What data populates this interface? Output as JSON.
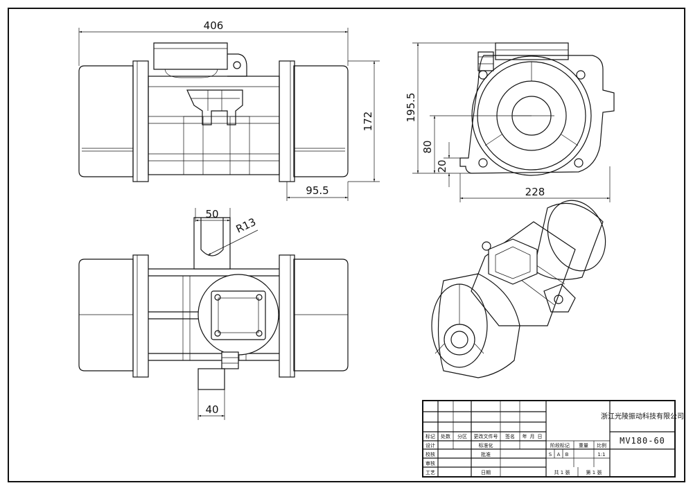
{
  "dimensions": {
    "overall_length": "406",
    "height": "172",
    "end_length": "95.5",
    "total_height": "195.5",
    "center_height": "80",
    "foot_height": "20",
    "foot_width": "228",
    "slot_width": "50",
    "slot_radius": "R13",
    "foot_width_bottom": "40"
  },
  "title_block": {
    "company": "浙江光陵振动科技有限公司",
    "model": "MV180-60",
    "row_labels": [
      "标记",
      "处数",
      "分区",
      "更改文件号",
      "签名",
      "年",
      "月",
      "日"
    ],
    "side_labels": [
      "设计",
      "校核",
      "审核",
      "工艺"
    ],
    "mid_labels": [
      "标准化",
      "批准",
      "日期"
    ],
    "stage_label": "阶段标记",
    "weight_label": "重量",
    "scale_label": "比例",
    "stage_s": "S",
    "stage_a": "A",
    "stage_b": "B",
    "scale_value": "1:1",
    "sheets": "共 1 張",
    "sheet_no": "第 1 張"
  }
}
